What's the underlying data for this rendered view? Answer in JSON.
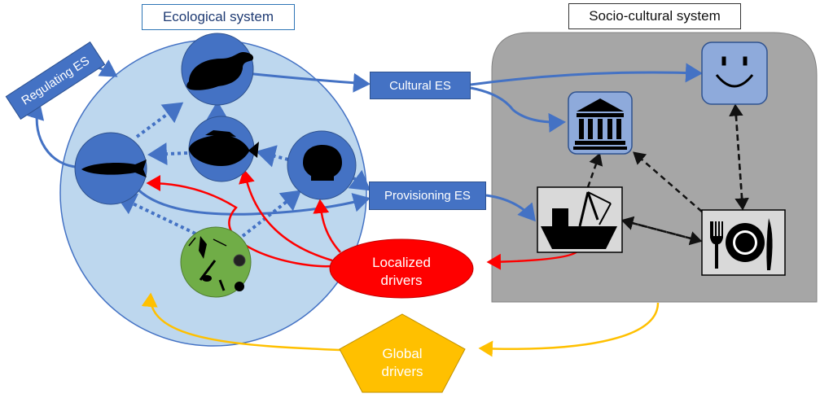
{
  "titles": {
    "ecological_system": "Ecological system",
    "socio_cultural_system": "Socio-cultural system"
  },
  "ecosystem_services": {
    "regulating": "Regulating ES",
    "cultural": "Cultural ES",
    "provisioning": "Provisioning ES"
  },
  "drivers": {
    "localized_line1": "Localized",
    "localized_line2": "drivers",
    "global_line1": "Global",
    "global_line2": "drivers"
  },
  "icons": {
    "ecosystem_nodes": [
      "seal-icon",
      "fish-icon",
      "herring-icon",
      "mussel-icon",
      "plankton-icon"
    ],
    "socio_nodes": [
      "smiley-icon",
      "institution-icon",
      "fishing-boat-icon",
      "plate-cutlery-icon"
    ]
  },
  "colors": {
    "ecosystem_circle": "#bdd7ee",
    "node_blue": "#4472c4",
    "plankton_green": "#70ad47",
    "socio_panel": "#a6a6a6",
    "flow_blue": "#4472c4",
    "local_driver_red": "#ff0000",
    "global_driver_gold": "#ffc000"
  }
}
